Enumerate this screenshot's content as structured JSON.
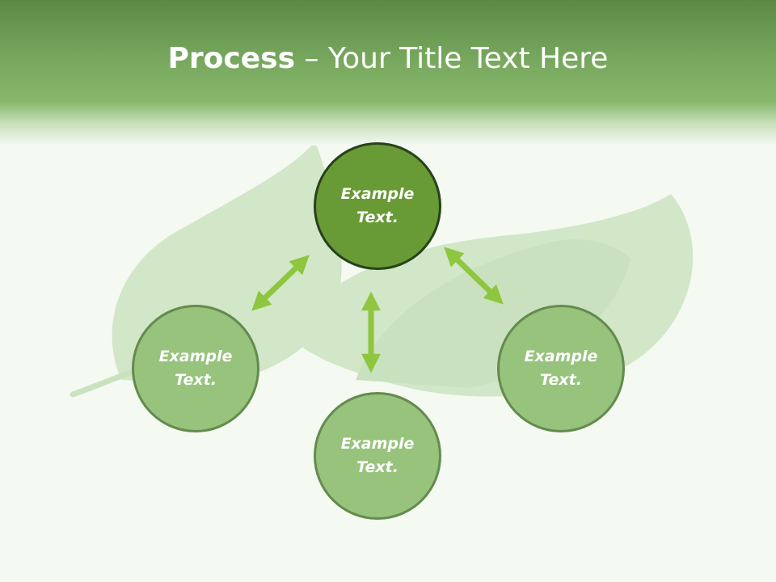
{
  "title": {
    "bold": "Process",
    "rest": " – Your Title Text Here"
  },
  "colors": {
    "header": "#7aaa60",
    "primary_node": "#689a35",
    "secondary_node": "#97c37d",
    "arrow": "#8ec63f"
  },
  "nodes": [
    {
      "line1": "Example",
      "line2": "Text."
    },
    {
      "line1": "Example",
      "line2": "Text."
    },
    {
      "line1": "Example",
      "line2": "Text."
    },
    {
      "line1": "Example",
      "line2": "Text."
    }
  ]
}
